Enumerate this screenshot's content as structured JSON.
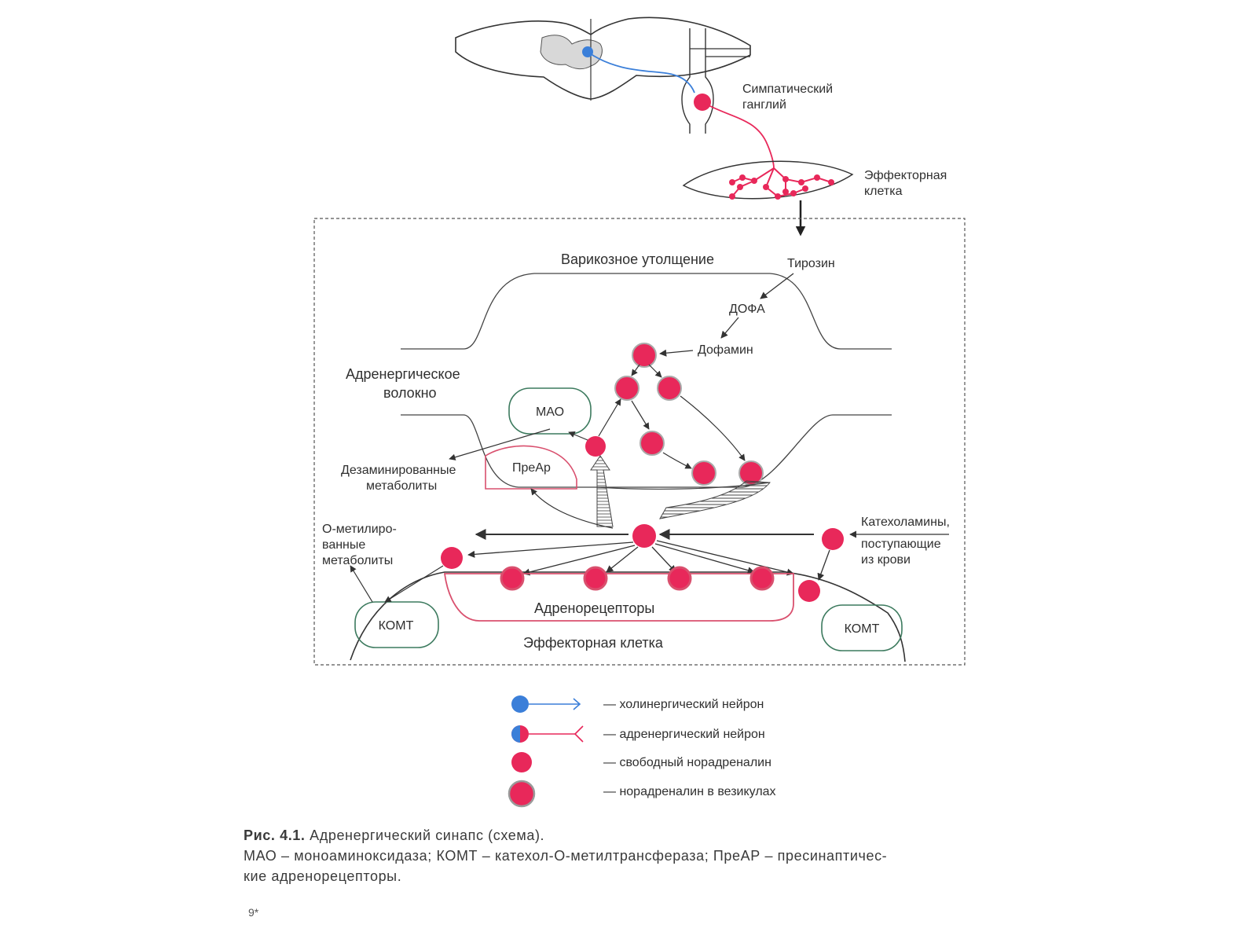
{
  "labels": {
    "ganglion": [
      "Симпатический",
      "ганглий"
    ],
    "effector_cell_top": [
      "Эффекторная",
      "клетка"
    ],
    "varicosity": "Варикозное утолщение",
    "tyrosine": "Тирозин",
    "dopa": "ДОФА",
    "dopamine": "Дофамин",
    "adrenergic_fiber": [
      "Адренергическое",
      "волокно"
    ],
    "mao": "МАО",
    "prear": "ПреАр",
    "deaminated": [
      "Дезаминированные",
      "метаболиты"
    ],
    "methylated": [
      "О-метилиро-",
      "ванные",
      "метаболиты"
    ],
    "catecholamines": [
      "Катехоламины,",
      "поступающие",
      "из крови"
    ],
    "adrenoreceptors": "Адренорецепторы",
    "komt_left": "КОМТ",
    "komt_right": "КОМТ",
    "effector_cell_bottom": "Эффекторная клетка"
  },
  "legend": [
    {
      "symbol": "cholinergic-neuron",
      "text": "— холинергический нейрон"
    },
    {
      "symbol": "adrenergic-neuron",
      "text": "— адренергический нейрон"
    },
    {
      "symbol": "free-noradrenaline",
      "text": "— свободный норадреналин"
    },
    {
      "symbol": "vesicle-noradrenaline",
      "text": "— норадреналин в везикулах"
    }
  ],
  "caption": {
    "figure": "Рис. 4.1.",
    "title": "Адренергический синапс (схема).",
    "line2": "МАО – моноаминоксидаза; КОМТ – катехол-О-метилтрансфераза; ПреАР – пресинаптичес-",
    "line3": "кие адренорецепторы."
  },
  "page_number": "9*",
  "colors": {
    "neurotransmitter": "#e8285a",
    "cholinergic": "#3b7fd9",
    "enzyme_outline": "#3c7a5e",
    "receptor_outline": "#d9506e",
    "line": "#333333"
  }
}
